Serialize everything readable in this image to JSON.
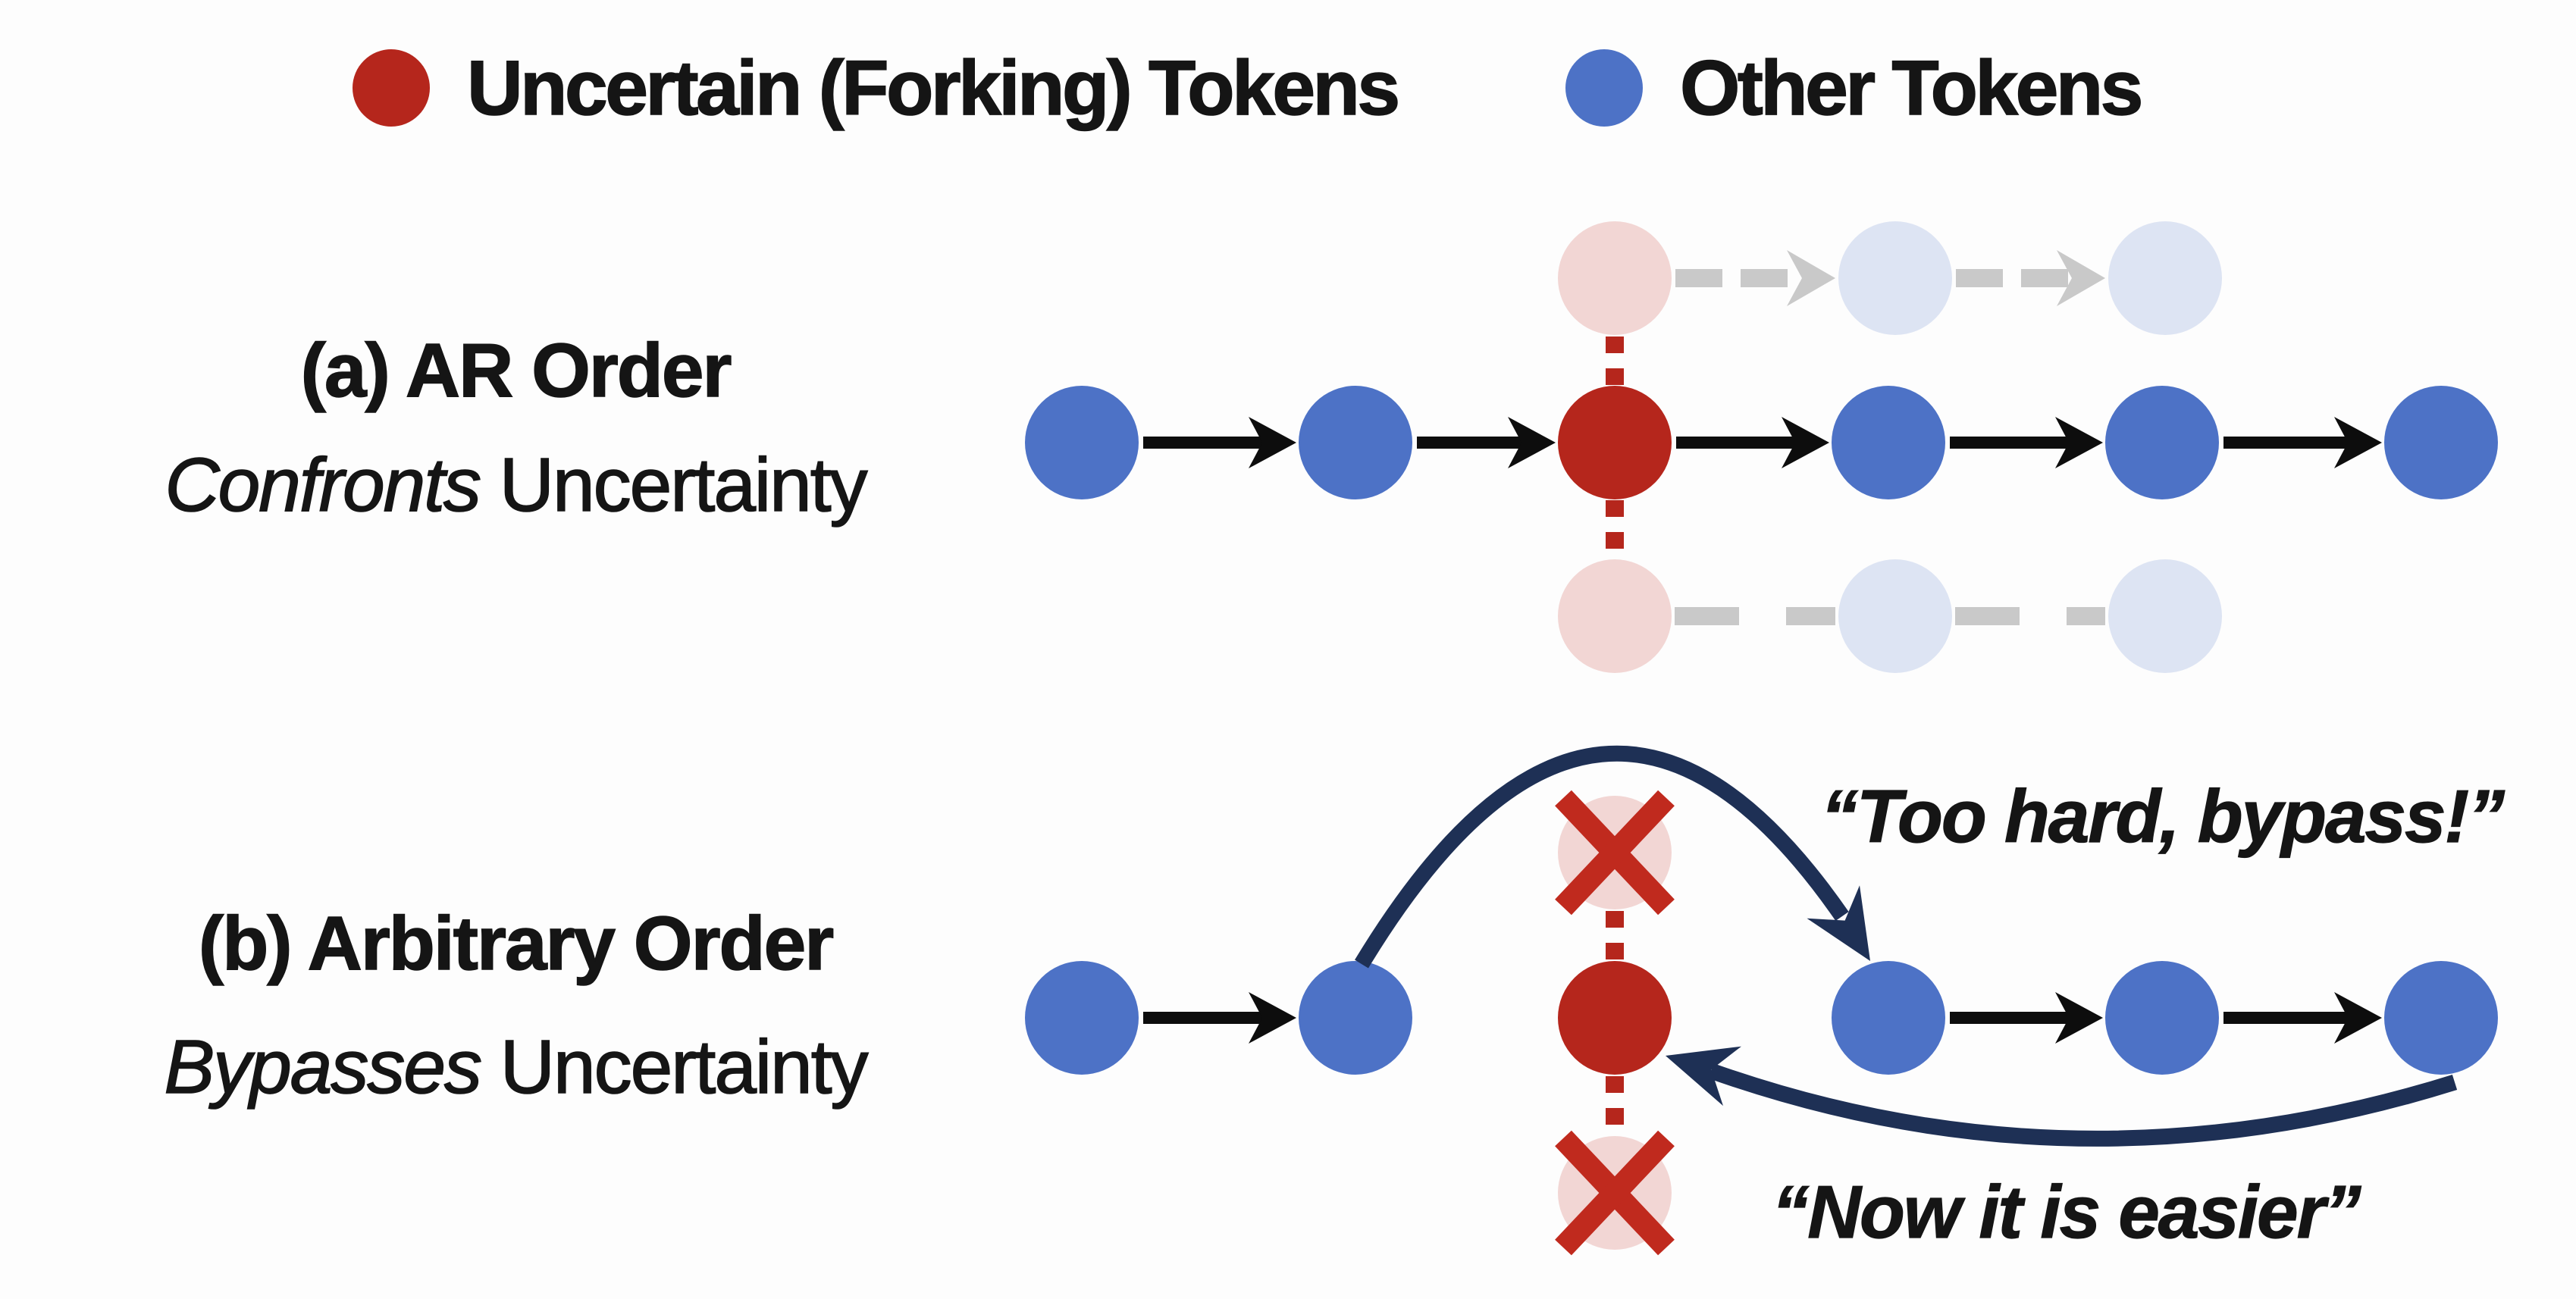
{
  "figure": {
    "legend": {
      "items": [
        {
          "label": "Uncertain (Forking) Tokens",
          "token_type": "forking_token"
        },
        {
          "label": "Other Tokens",
          "token_type": "other_token"
        }
      ]
    },
    "sections": [
      {
        "title": "(a) AR Order",
        "subtitle_emphasis": "Confronts",
        "subtitle_rest": " Uncertainty"
      },
      {
        "title": "(b) Arbitrary Order",
        "subtitle_emphasis": "Bypasses",
        "subtitle_rest": " Uncertainty"
      }
    ],
    "annotations": {
      "bypass_quote": "“Too hard, bypass!”",
      "easier_quote": "“Now it is easier”"
    },
    "colors": {
      "forking_token": "#b5261c",
      "other_token": "#4d72c6",
      "forking_token_faded": "#f2d6d4",
      "other_token_faded": "#dde4f3",
      "faded_arrow_gray": "#c9c9c9",
      "chain_arrow_black": "#0d0d0d",
      "bypass_arc_navy": "#1e3055",
      "x_mark_red": "#c02a1e",
      "uncertainty_dash_red": "#b5261c",
      "text": "#151515"
    },
    "diagram": {
      "row_ar_main": {
        "tokens": [
          "other_token",
          "other_token",
          "forking_token",
          "other_token",
          "other_token",
          "other_token"
        ],
        "arrow_gaps": [
          0,
          1,
          2,
          3,
          4
        ]
      },
      "row_ar_branch_top": {
        "tokens": [
          "forking_token_faded",
          "other_token_faded",
          "other_token_faded"
        ],
        "dashed_arrows": true
      },
      "row_ar_branch_bottom": {
        "tokens": [
          "forking_token_faded",
          "other_token_faded",
          "other_token_faded"
        ],
        "dashed_arrows": false
      },
      "row_ao_main": {
        "tokens": [
          "other_token",
          "other_token",
          "forking_token",
          "other_token",
          "other_token",
          "other_token"
        ],
        "arrow_gaps": [
          0,
          3,
          4
        ]
      },
      "crossed_tokens": [
        {
          "position": "above",
          "token": "forking_token_faded"
        },
        {
          "position": "below",
          "token": "forking_token_faded"
        }
      ]
    }
  }
}
